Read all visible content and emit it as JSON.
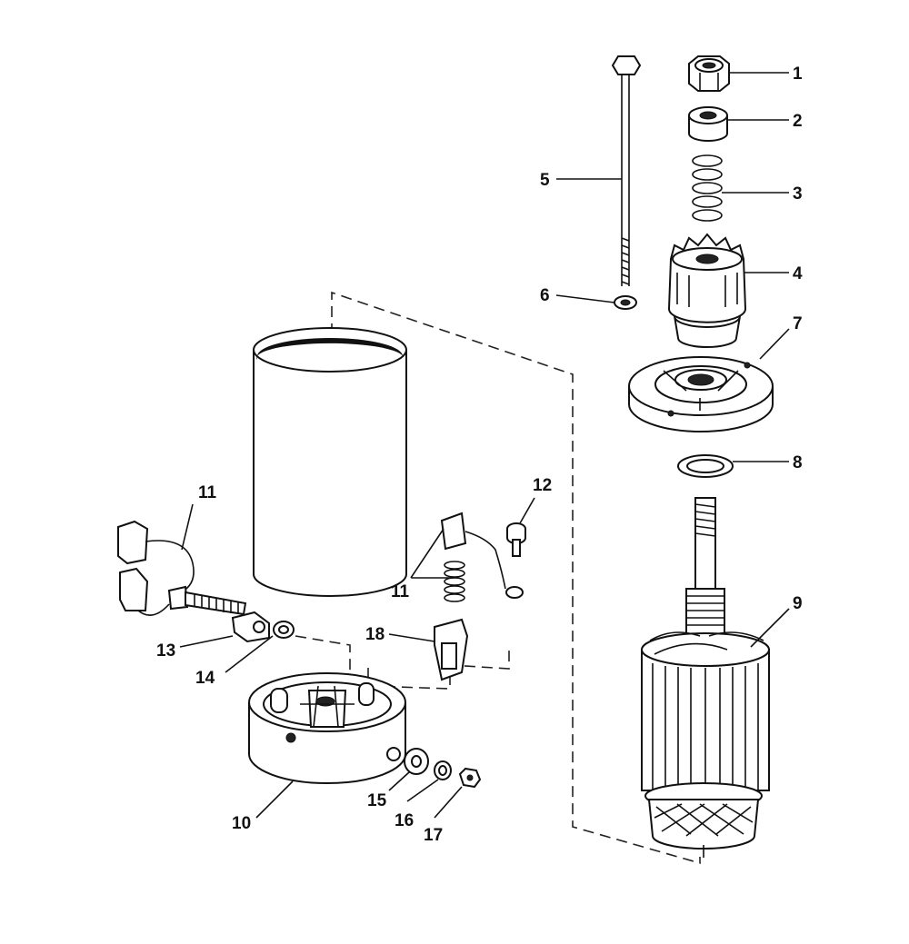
{
  "diagram": {
    "callouts": [
      {
        "id": "c1",
        "text": "1"
      },
      {
        "id": "c2",
        "text": "2"
      },
      {
        "id": "c3",
        "text": "3"
      },
      {
        "id": "c4",
        "text": "4"
      },
      {
        "id": "c5",
        "text": "5"
      },
      {
        "id": "c6",
        "text": "6"
      },
      {
        "id": "c7",
        "text": "7"
      },
      {
        "id": "c8",
        "text": "8"
      },
      {
        "id": "c9",
        "text": "9"
      },
      {
        "id": "c10",
        "text": "10"
      },
      {
        "id": "c11a",
        "text": "11"
      },
      {
        "id": "c11b",
        "text": "11"
      },
      {
        "id": "c12",
        "text": "12"
      },
      {
        "id": "c13",
        "text": "13"
      },
      {
        "id": "c14",
        "text": "14"
      },
      {
        "id": "c15",
        "text": "15"
      },
      {
        "id": "c16",
        "text": "16"
      },
      {
        "id": "c17",
        "text": "17"
      },
      {
        "id": "c18",
        "text": "18"
      }
    ]
  }
}
